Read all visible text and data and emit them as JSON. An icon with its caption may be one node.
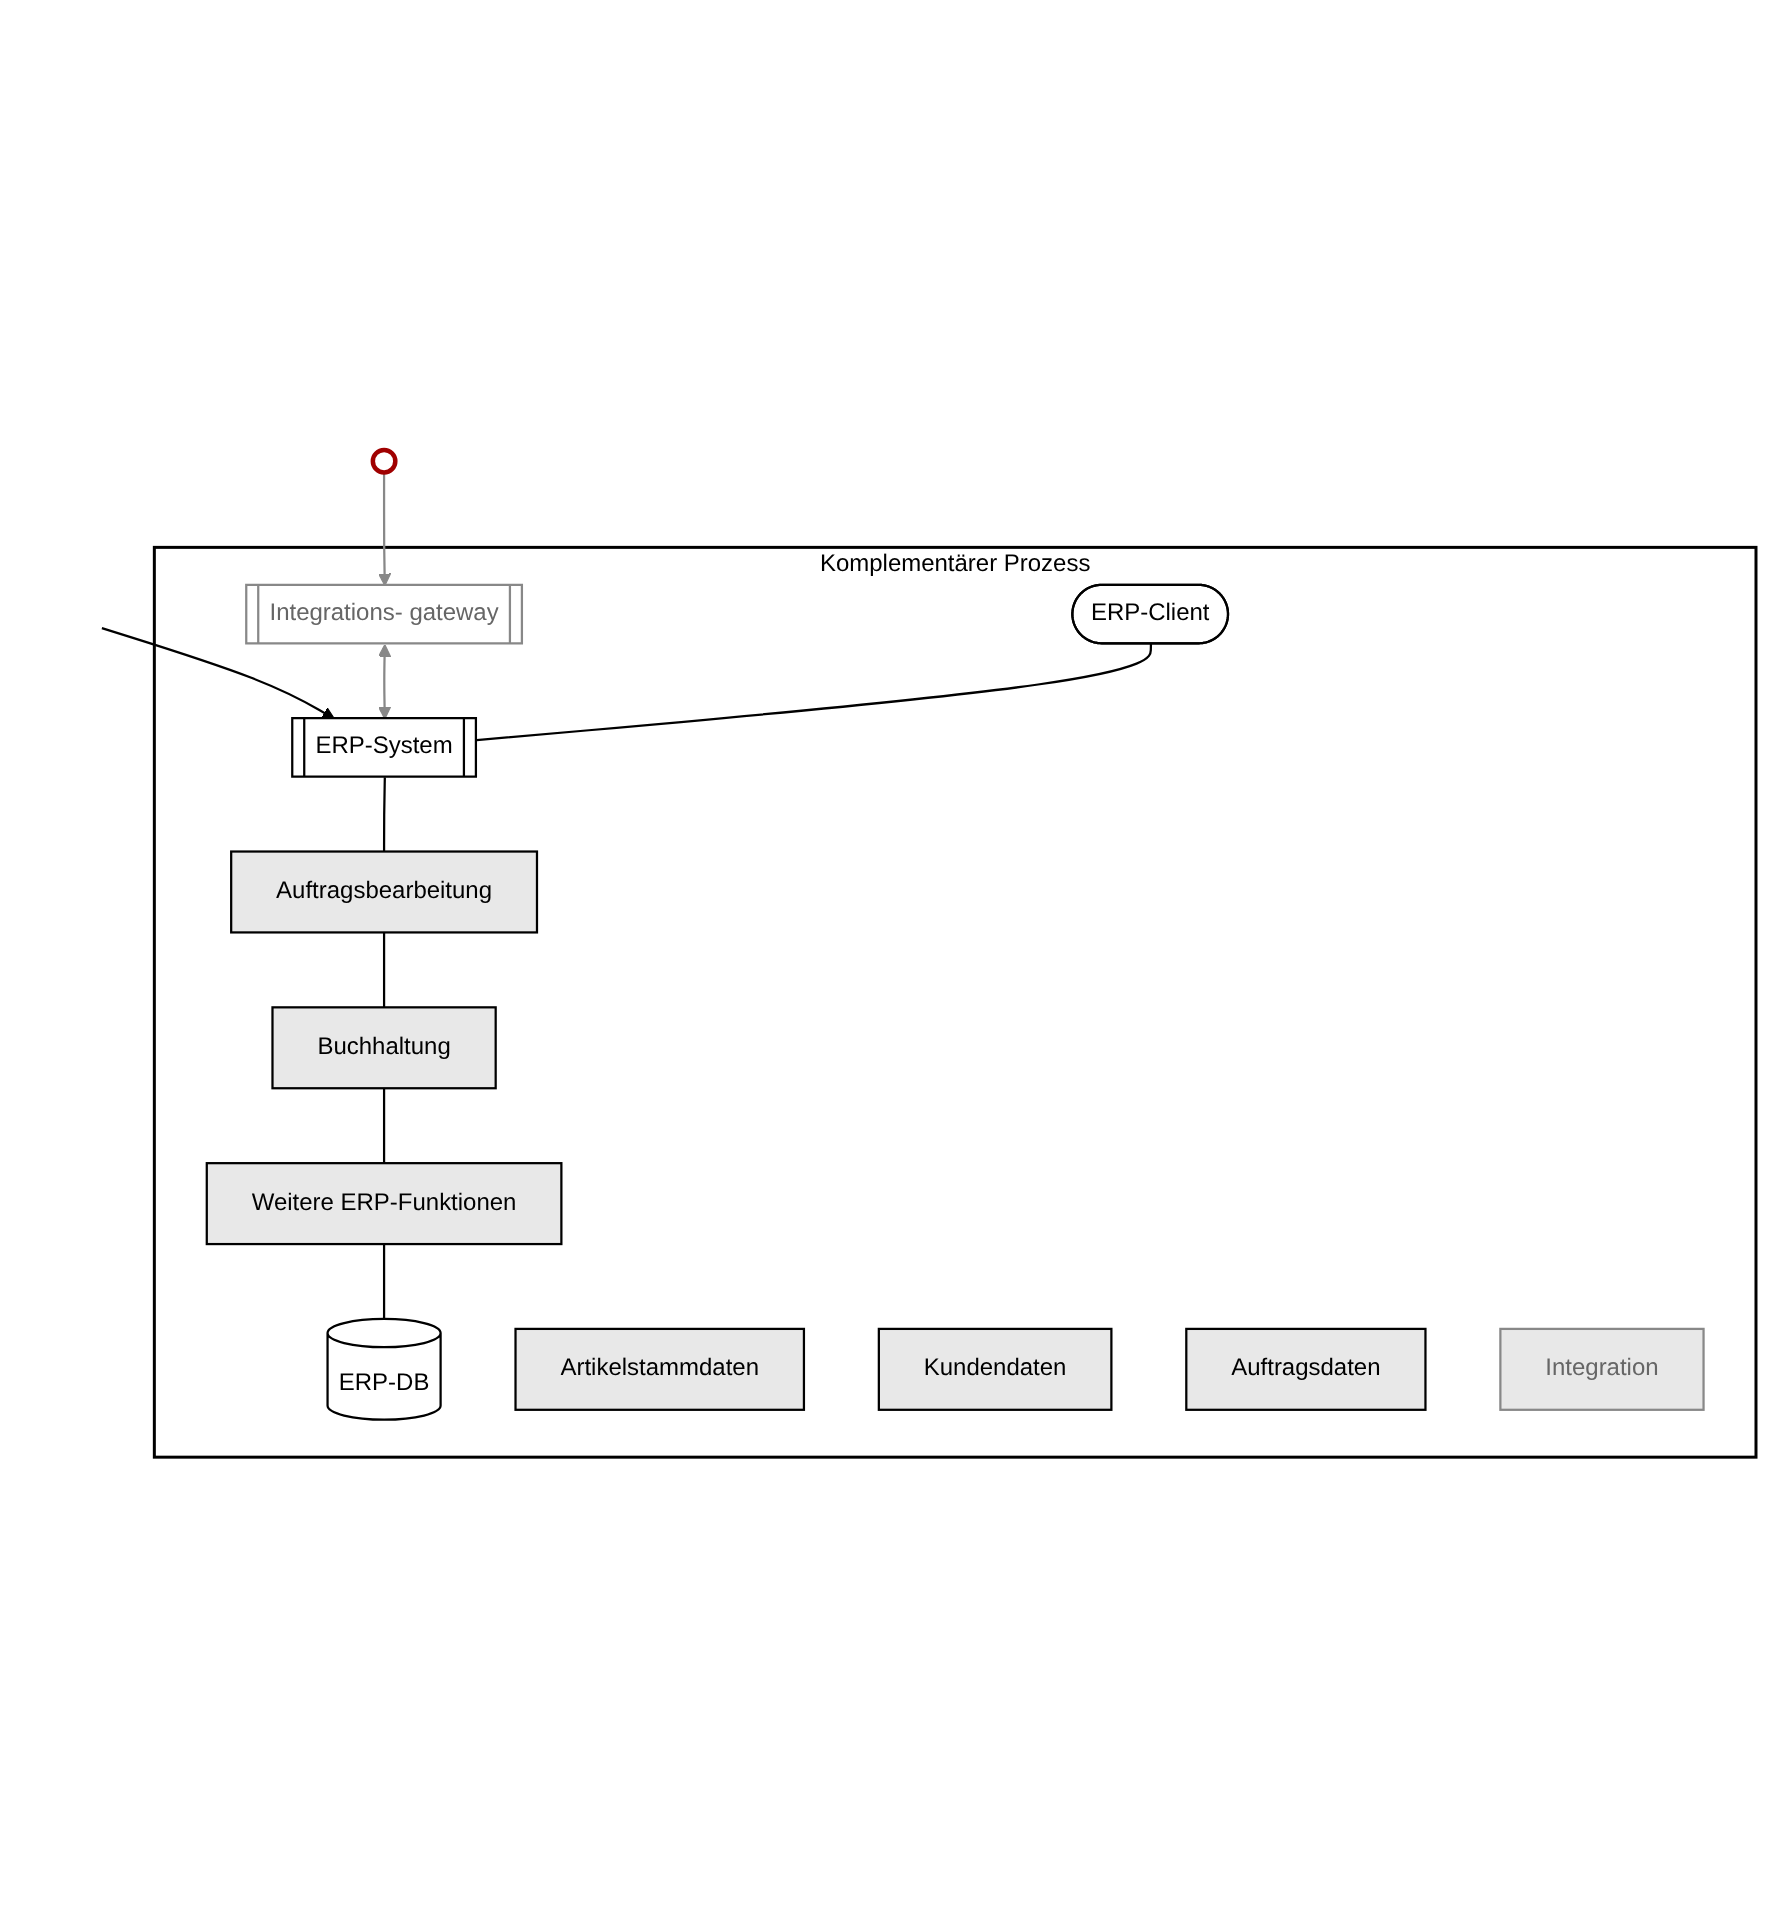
{
  "diagram": {
    "nodes": [
      {
        "text": [
          "Komplementärer Prozess"
        ]
      },
      {
        "text": [
          "ERP-Client"
        ],
        "in": 0
      },
      {
        "text": [
          "ERP-System"
        ],
        "in": 0
      },
      {
        "text": [
          "Auftragsbearbeitung"
        ],
        "in": 0
      },
      {
        "text": [
          "Buchhaltung"
        ],
        "in": 0
      },
      {
        "text": [
          "Weitere ERP-Funktionen"
        ],
        "in": 0
      },
      {
        "text": [
          "ERP-DB"
        ],
        "in": 0
      },
      {
        "text": [
          "Artikelstammdaten"
        ],
        "in": 0
      },
      {
        "text": [
          "Kundendaten"
        ],
        "in": 0
      },
      {
        "text": [
          "Auftragsdaten"
        ],
        "in": 0
      },
      {
        "text": [
          "Integrations- gateway"
        ],
        "in": 0
      },
      {
        "text": [
          "Integration"
        ],
        "in": 0
      },
      {
        "text": [],
        "shape": "circle"
      }
    ],
    "edges": [
      {
        "from": null,
        "to": 2,
        "arrow": "to"
      },
      {
        "from": 12,
        "to": 10,
        "arrow": "to",
        "color": "#888888"
      },
      {
        "from": 10,
        "to": 2,
        "arrow": "both",
        "color": "#888888"
      },
      {
        "from": 1,
        "to": 2,
        "arrow": "none"
      },
      {
        "from": 2,
        "to": 3,
        "arrow": "none"
      },
      {
        "from": 3,
        "to": 4,
        "arrow": "none"
      },
      {
        "from": 4,
        "to": 5,
        "arrow": "none"
      },
      {
        "from": 5,
        "to": 6,
        "arrow": "none"
      }
    ]
  }
}
